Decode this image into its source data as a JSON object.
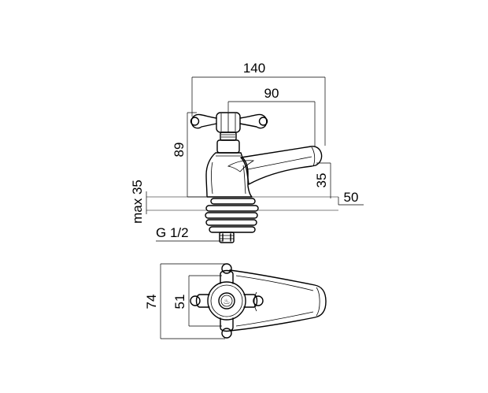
{
  "dimensions": {
    "width_total": "140",
    "reach": "90",
    "height": "89",
    "spout_height": "35",
    "thread_length": "max 35",
    "offset": "50",
    "thread": "G 1/2",
    "plan_outer": "74",
    "plan_inner": "51"
  }
}
